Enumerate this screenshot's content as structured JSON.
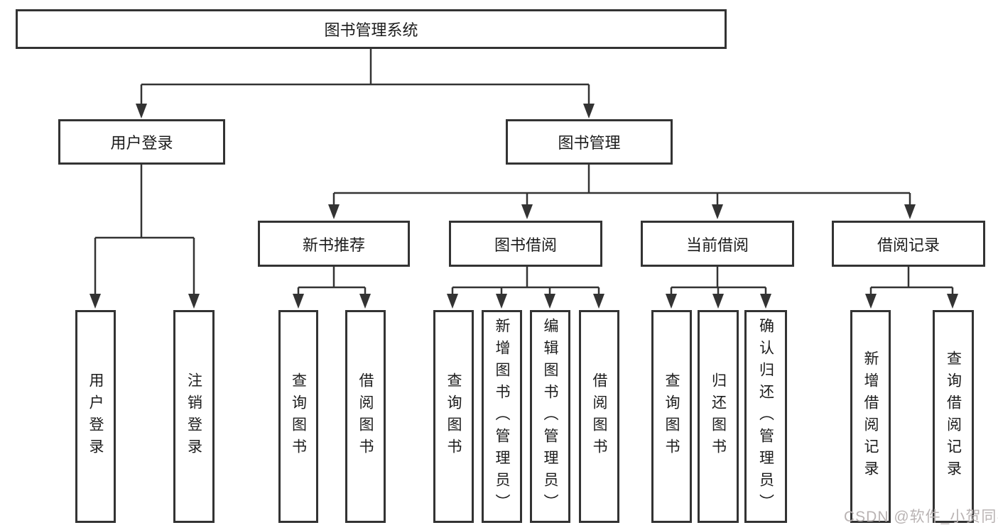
{
  "tree": {
    "root": {
      "label": "图书管理系统"
    },
    "level2": [
      {
        "label": "用户登录",
        "children": [
          {
            "label": "用户登录"
          },
          {
            "label": "注销登录"
          }
        ]
      },
      {
        "label": "图书管理",
        "children": [
          {
            "label": "新书推荐",
            "children": [
              {
                "label": "查询图书"
              },
              {
                "label": "借阅图书"
              }
            ]
          },
          {
            "label": "图书借阅",
            "children": [
              {
                "label": "查询图书"
              },
              {
                "label": "新增图书（管理员）"
              },
              {
                "label": "编辑图书（管理员）"
              },
              {
                "label": "借阅图书"
              }
            ]
          },
          {
            "label": "当前借阅",
            "children": [
              {
                "label": "查询图书"
              },
              {
                "label": "归还图书"
              },
              {
                "label": "确认归还（管理员）"
              }
            ]
          },
          {
            "label": "借阅记录",
            "children": [
              {
                "label": "新增借阅记录"
              },
              {
                "label": "查询借阅记录"
              }
            ]
          }
        ]
      }
    ]
  },
  "watermark": {
    "text": "CSDN @软件_小贺同学"
  },
  "colors": {
    "line": "#333333",
    "box_border": "#333333",
    "text": "#1c1c1c",
    "background": "#ffffff",
    "watermark": "#b9b3b3"
  }
}
